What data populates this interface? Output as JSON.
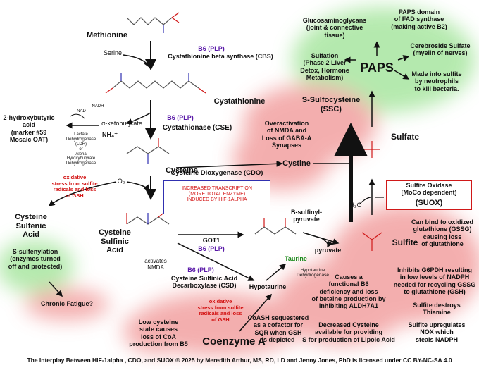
{
  "molecules": {
    "methionine": "Methionine",
    "serine": "Serine",
    "cystathionine": "Cystathionine",
    "alpha_ketobutyrate": "α-ketobutyrate",
    "nh4": "NH₄⁺",
    "hydroxybutyric": "2-hydroxybutyric\nacid\n(marker #59\nMosaic OAT)",
    "cysteine": "Cysteine",
    "o2": "O₂",
    "cysteine_sulfenic": "Cysteine\nSulfenic\nAcid",
    "cysteine_sulfinic": "Cysteine\nSulfinic\nAcid",
    "b_sulfinyl_pyruvate": "B-sulfinyl-\npyruvate",
    "pyruvate": "pyruvate",
    "taurine": "Taurine",
    "hypotaurine": "Hypotaurine",
    "coenzyme_a": "Coenzyme A",
    "sulfite": "Sulfite",
    "sulfate": "Sulfate",
    "h2o": "H₂O",
    "cystine": "Cystine",
    "ssc": "S-Sulfocysteine\n(SSC)",
    "paps": "PAPS"
  },
  "enzymes": {
    "cbs_cofactor": "B6 (PLP)",
    "cbs": "Cystathionine beta synthase (CBS)",
    "cse_cofactor": "B6 (PLP)",
    "cse": "Cystathionase (CSE)",
    "cdo": "Cysteine Dioxygenase (CDO)",
    "cdo_note": "INCREASED TRANSCRIPTION\n(MORE TOTAL ENZYME)\nINDUCED BY HIF-1ALPHA",
    "got1": "GOT1",
    "got1_cofactor": "B6 (PLP)",
    "csd_cofactor": "B6 (PLP)",
    "csd": "Cysteine Sulfinic Acid\nDecarboxylase (CSD)",
    "hypotaurine_dehydrogenase": "Hypotaurine\nDehydrogenase",
    "suox": "Sulfite Oxidase\n[MoCo dependent)",
    "suox_short": "(SUOX)",
    "ldh": "Lactate\nDehydrogenase\n(LDH)\nor\nAlpha\nHyroxybutyrate\nDehydrogenase",
    "nad": "NAD",
    "nadh": "NADH"
  },
  "notes": {
    "oxidative_stress_1": "oxidative\nstress from sulfite\nradicals and loss\nof GSH",
    "oxidative_stress_2": "oxidative\nstress from sulfite\nradicals and loss\nof GSH",
    "s_sulfenylation": "S-sulfenylation\n(enzymes turned\noff and protected)",
    "chronic_fatigue": "Chronic Fatigue?",
    "activates_nmda": "activates\nNMDA",
    "low_cysteine": "Low cysteine\nstate causes\nloss of CoA\nproduction from B5",
    "coash": "CoASH sequestered\nas a cofactor for\nSQR when GSH\nis depleted",
    "b6_deficiency": "Causes a\nfunctional B6\ndeficiency and loss\nof betaine production by\ninhibiting ALDH7A1",
    "decreased_cysteine": "Decreased Cysteine\navailable for providing\nS for production of Lipoic Acid",
    "inhibits_g6pdh": "Inhibits G6PDH resulting\nin low levels of NADPH\nneeded for recycling GSSG\nto glutathione (GSH)",
    "destroys_thiamine": "Sulfite destroys\nThiamine",
    "nox": "Sulfite upregulates\nNOX which\nsteals NADPH",
    "oxidized_glutathione": "Can bind to oxidized\nglutathione (GSSG)\ncausing loss\nof glutathione",
    "overactivation_nmda": "Overactivation\nof NMDA and\nLoss of GABA-A\nSynapses",
    "glucosaminoglycans": "Glucosaminoglycans\n(joint & connective\ntissue)",
    "paps_domain": "PAPS domain\nof FAD synthase\n(making active B2)",
    "sulfation": "Sulfation\n(Phase 2 Liver\nDetox, Hormone\nMetabolism)",
    "cerebroside": "Cerebroside Sulfate\n(myelin of nerves)",
    "neutrophils": "Made into sulfite\nby neutrophils\nto kill bacteria."
  },
  "footer": "The Interplay Between HIF-1alpha , CDO, and SUOX © 2025 by Meredith Arthur, MS, RD, LD and Jenny Jones, PhD is licensed under CC BY-NC-SA 4.0",
  "colors": {
    "red_blob": "#f2a0a0",
    "green_blob": "#a8e6a0",
    "purple_text": "#5a1aa8",
    "red_text": "#d21010",
    "structure_red": "#d01818",
    "structure_blue": "#3030b0"
  }
}
